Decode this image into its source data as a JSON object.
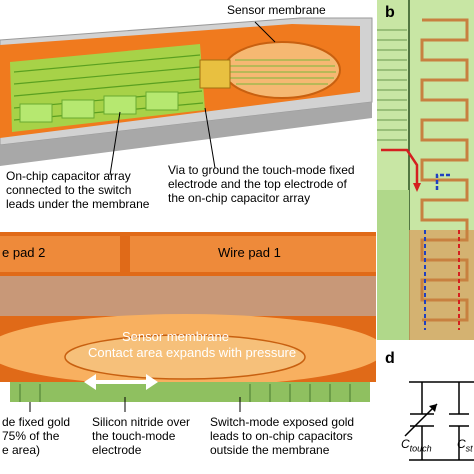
{
  "panel_a": {
    "sensor_membrane": "Sensor membrane",
    "capacitor_array_lines": [
      "On-chip capacitor array",
      "connected to the switch",
      "leads under the membrane"
    ],
    "via_lines": [
      "Via to ground the touch-mode fixed",
      "electrode and the top electrode of",
      "the on-chip capacitor array"
    ]
  },
  "panel_b": {
    "letter": "b"
  },
  "panel_c": {
    "wire_pad_2": "e pad 2",
    "wire_pad_1": "Wire pad 1",
    "membrane_line1": "Sensor membrane",
    "membrane_line2": "Contact area expands with pressure",
    "fixed_gold_lines": [
      "de fixed gold",
      "75% of the",
      "e area)"
    ],
    "silicon_nitride_lines": [
      "Silicon nitride over",
      "the touch-mode",
      "electrode"
    ],
    "switch_mode_lines": [
      "Switch-mode exposed gold",
      "leads to on-chip capacitors",
      "outside the membrane"
    ]
  },
  "panel_d": {
    "letter": "d",
    "c_touch_main": "C",
    "c_touch_sub": "touch",
    "c_st_main": "C",
    "c_st_sub": "st"
  },
  "colors": {
    "orange": "#f07a1e",
    "light_orange": "#f8a65a",
    "green": "#8fd63a",
    "chip_gray": "#c8c8c8",
    "panel_b_bg": "#c8e6a4",
    "red_arrow": "#d42020",
    "blue_arrow": "#2040c0"
  }
}
